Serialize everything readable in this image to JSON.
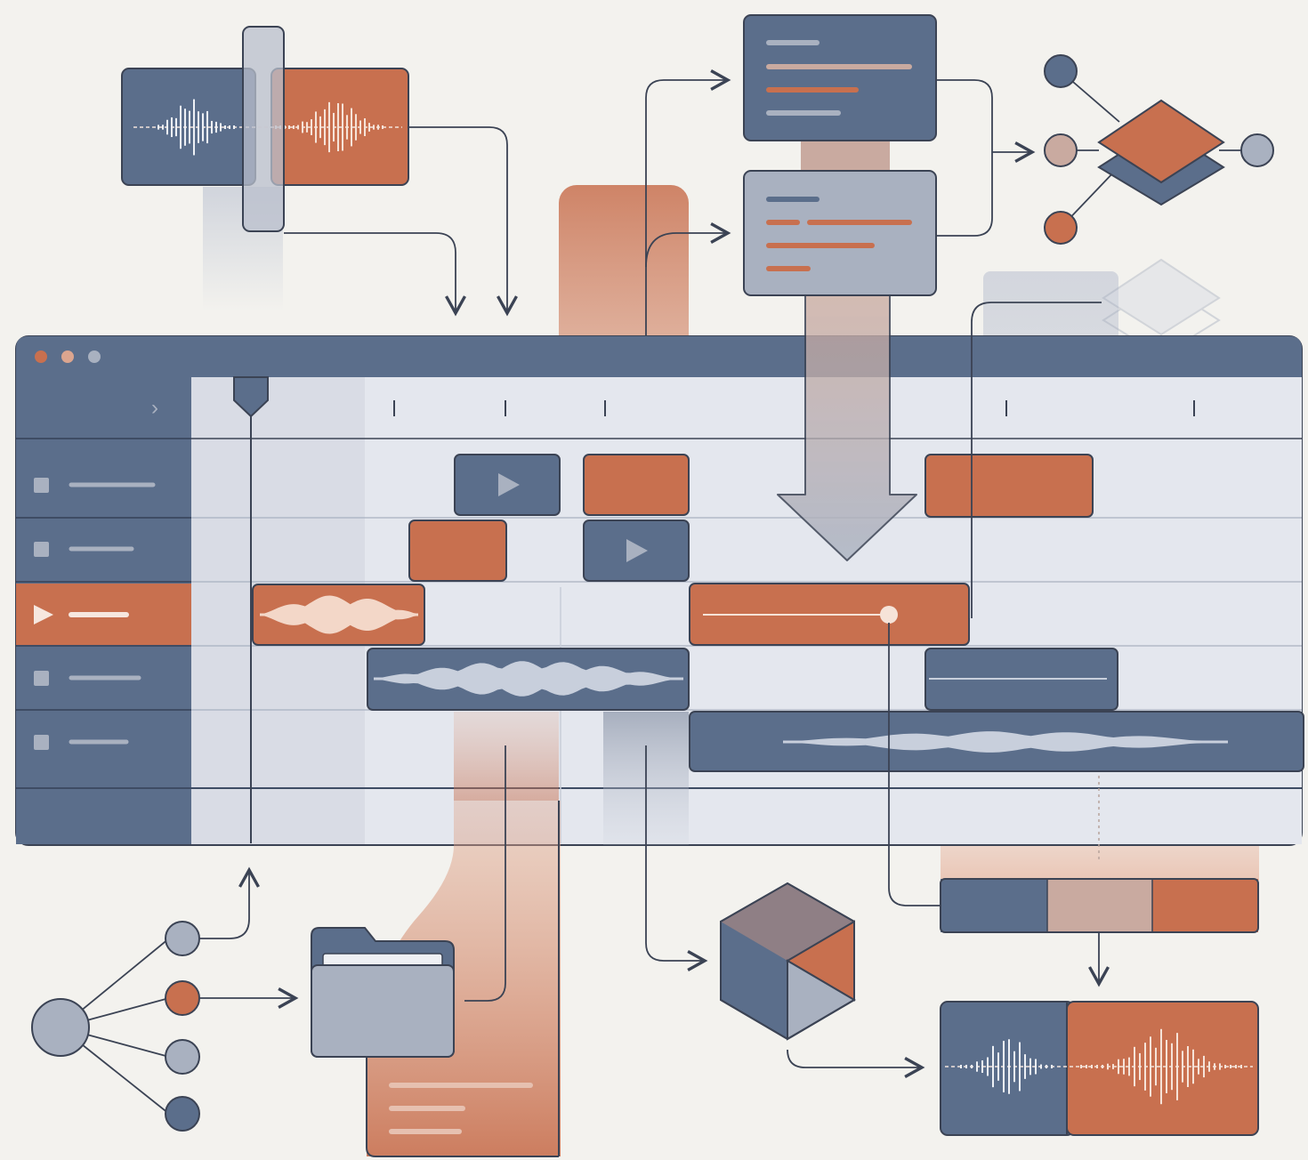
{
  "palette": {
    "background": "#f3f2ee",
    "slate": "#5b6e8b",
    "slate_dark": "#3e4c64",
    "terracotta": "#c8704f",
    "terracotta_light": "#dba58f",
    "grey_blue": "#a9b1c0",
    "panel": "#dde1ea",
    "panel_light": "#e7e9ef",
    "ink": "#3b4354",
    "tan": "#c9aaa0"
  },
  "window": {
    "controls": [
      "close-dot",
      "minimize-dot",
      "maximize-dot"
    ],
    "ruler_ticks": 5,
    "playhead_icon": "playhead-marker-icon",
    "expand_icon": "chevron-right-icon"
  },
  "tracks": [
    {
      "id": "track-1",
      "active": false,
      "icon": "square-icon"
    },
    {
      "id": "track-2",
      "active": false,
      "icon": "square-icon"
    },
    {
      "id": "track-3",
      "active": true,
      "icon": "play-icon"
    },
    {
      "id": "track-4",
      "active": false,
      "icon": "square-icon"
    },
    {
      "id": "track-5",
      "active": false,
      "icon": "square-icon"
    }
  ],
  "clips": [
    {
      "track": 1,
      "kind": "video",
      "color": "slate",
      "icon": "play-icon"
    },
    {
      "track": 1,
      "kind": "clip",
      "color": "terracotta"
    },
    {
      "track": 1,
      "kind": "clip",
      "color": "terracotta"
    },
    {
      "track": 2,
      "kind": "clip",
      "color": "terracotta"
    },
    {
      "track": 2,
      "kind": "video",
      "color": "slate",
      "icon": "play-icon"
    },
    {
      "track": 3,
      "kind": "audio-waveform",
      "color": "terracotta"
    },
    {
      "track": 3,
      "kind": "automation-line",
      "color": "terracotta"
    },
    {
      "track": 4,
      "kind": "audio-waveform",
      "color": "slate"
    },
    {
      "track": 4,
      "kind": "automation-line",
      "color": "slate"
    },
    {
      "track": 5,
      "kind": "audio-waveform",
      "color": "slate"
    }
  ],
  "nodes": {
    "source_waveform_card": "waveform-split-card",
    "text_panels": [
      "text-document-panel-dark",
      "text-document-panel-light"
    ],
    "layer_stack": "layers-stack-icon",
    "tree_graph": "node-tree-icon",
    "folder": "folder-icon",
    "cube": "cube-icon",
    "segment_bar": "segmented-track-bar",
    "output_waveform_card": "waveform-output-card",
    "flow_arrow": "down-arrow-icon"
  }
}
